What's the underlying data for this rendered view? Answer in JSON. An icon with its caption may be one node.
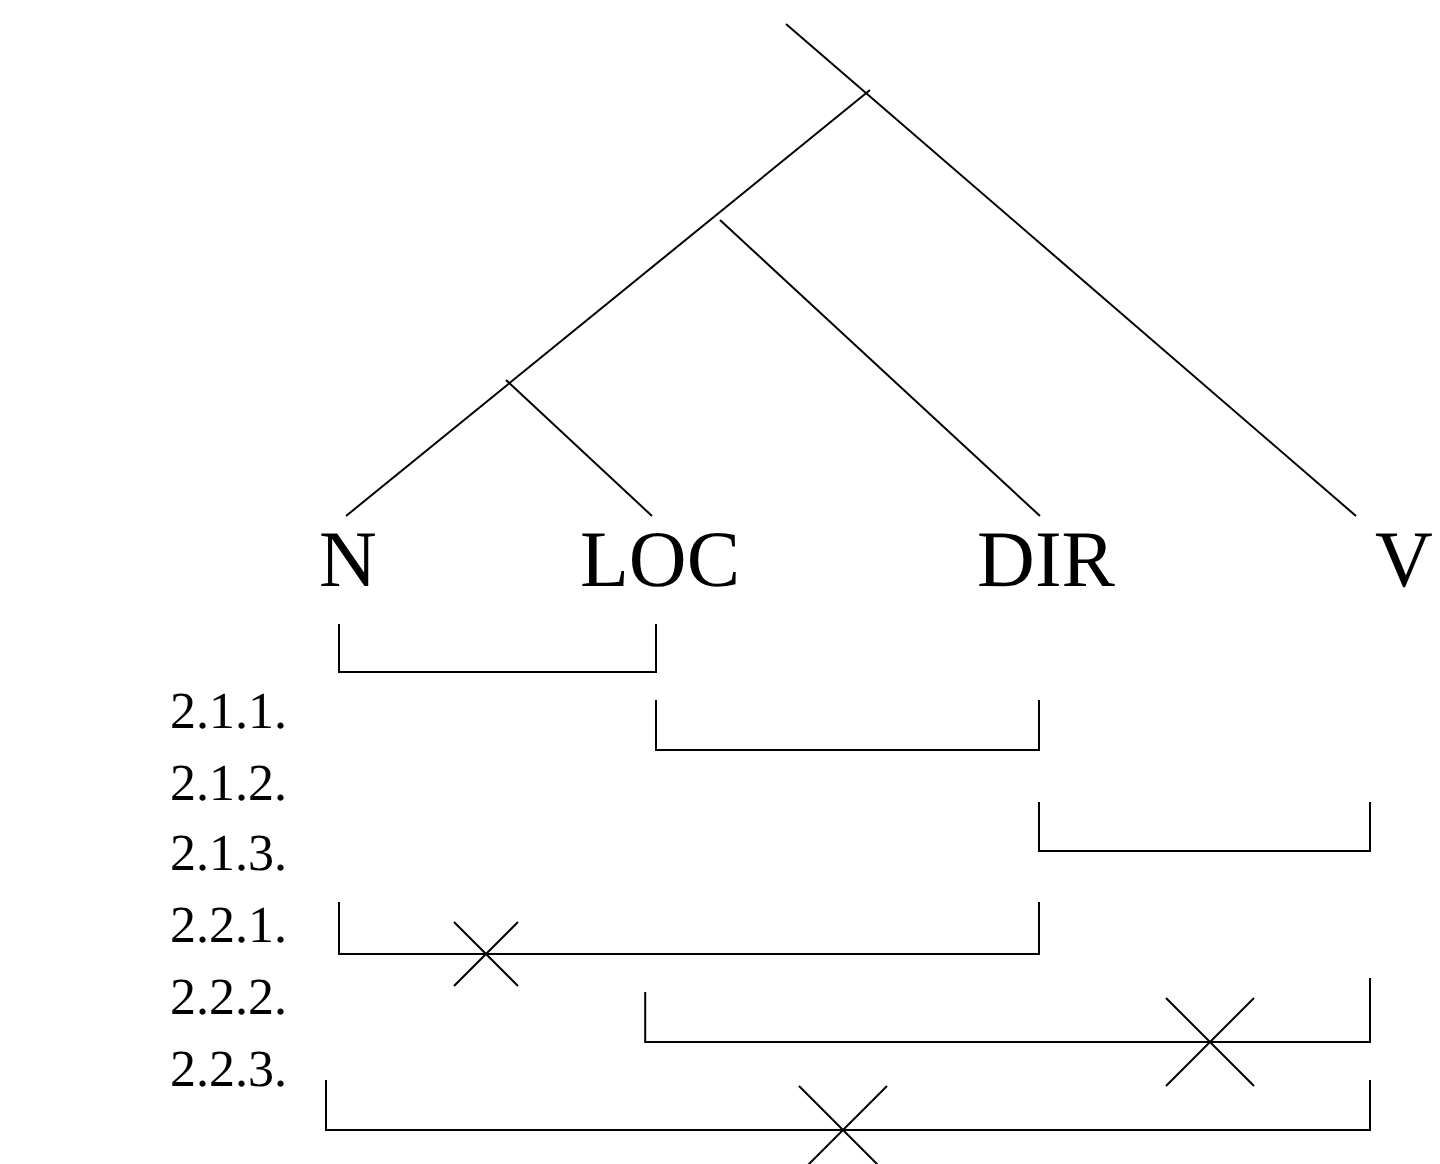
{
  "diagram": {
    "nodes": [
      {
        "text": [
          "N"
        ]
      },
      {
        "text": [
          "LOC"
        ]
      },
      {
        "text": [
          "DIR"
        ]
      },
      {
        "text": [
          "V"
        ]
      }
    ],
    "edges": [
      {
        "from": null,
        "to": 0,
        "arrow": "none"
      },
      {
        "from": null,
        "to": 1,
        "arrow": "none"
      },
      {
        "from": null,
        "to": 2,
        "arrow": "none"
      },
      {
        "from": null,
        "to": 3,
        "arrow": "none"
      }
    ],
    "labels": [
      "2.1.1.",
      "2.1.2.",
      "2.1.3.",
      "2.2.1.",
      "2.2.2.",
      "2.2.3."
    ]
  }
}
